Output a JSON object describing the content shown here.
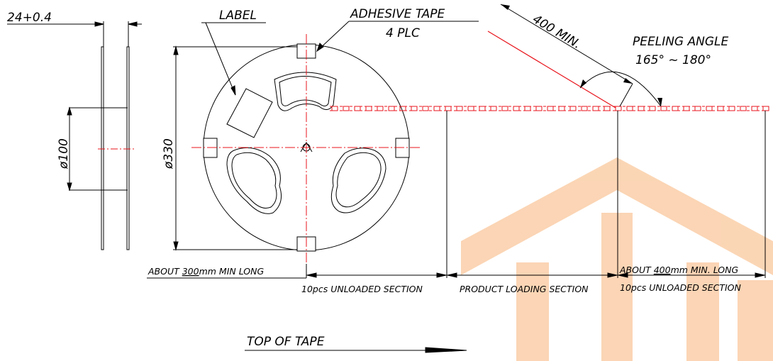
{
  "dimensions": {
    "width_tolerance": "24+0.4",
    "hub_diameter": "ø100",
    "reel_diameter": "ø330",
    "leader_min": "400 MIN."
  },
  "labels": {
    "label": "LABEL",
    "adhesive_tape_line1": "ADHESIVE TAPE",
    "adhesive_tape_line2": "4 PLC",
    "peeling_angle_line1": "PEELING ANGLE",
    "peeling_angle_line2": "165° ~ 180°"
  },
  "sections": {
    "about_300_prefix": "ABOUT ",
    "about_300_value": "300",
    "about_300_suffix": "mm MIN LONG",
    "unloaded_left": "10pcs UNLOADED SECTION",
    "product_loading": "PRODUCT LOADING SECTION",
    "unloaded_right": "10pcs UNLOADED SECTION",
    "about_400_prefix": "ABOUT ",
    "about_400_value": "400",
    "about_400_suffix": "mm MIN. LONG"
  },
  "top_of_tape": "TOP OF TAPE",
  "colors": {
    "line": "#000000",
    "red": "#e8141c",
    "watermark": "#f7a35c"
  }
}
